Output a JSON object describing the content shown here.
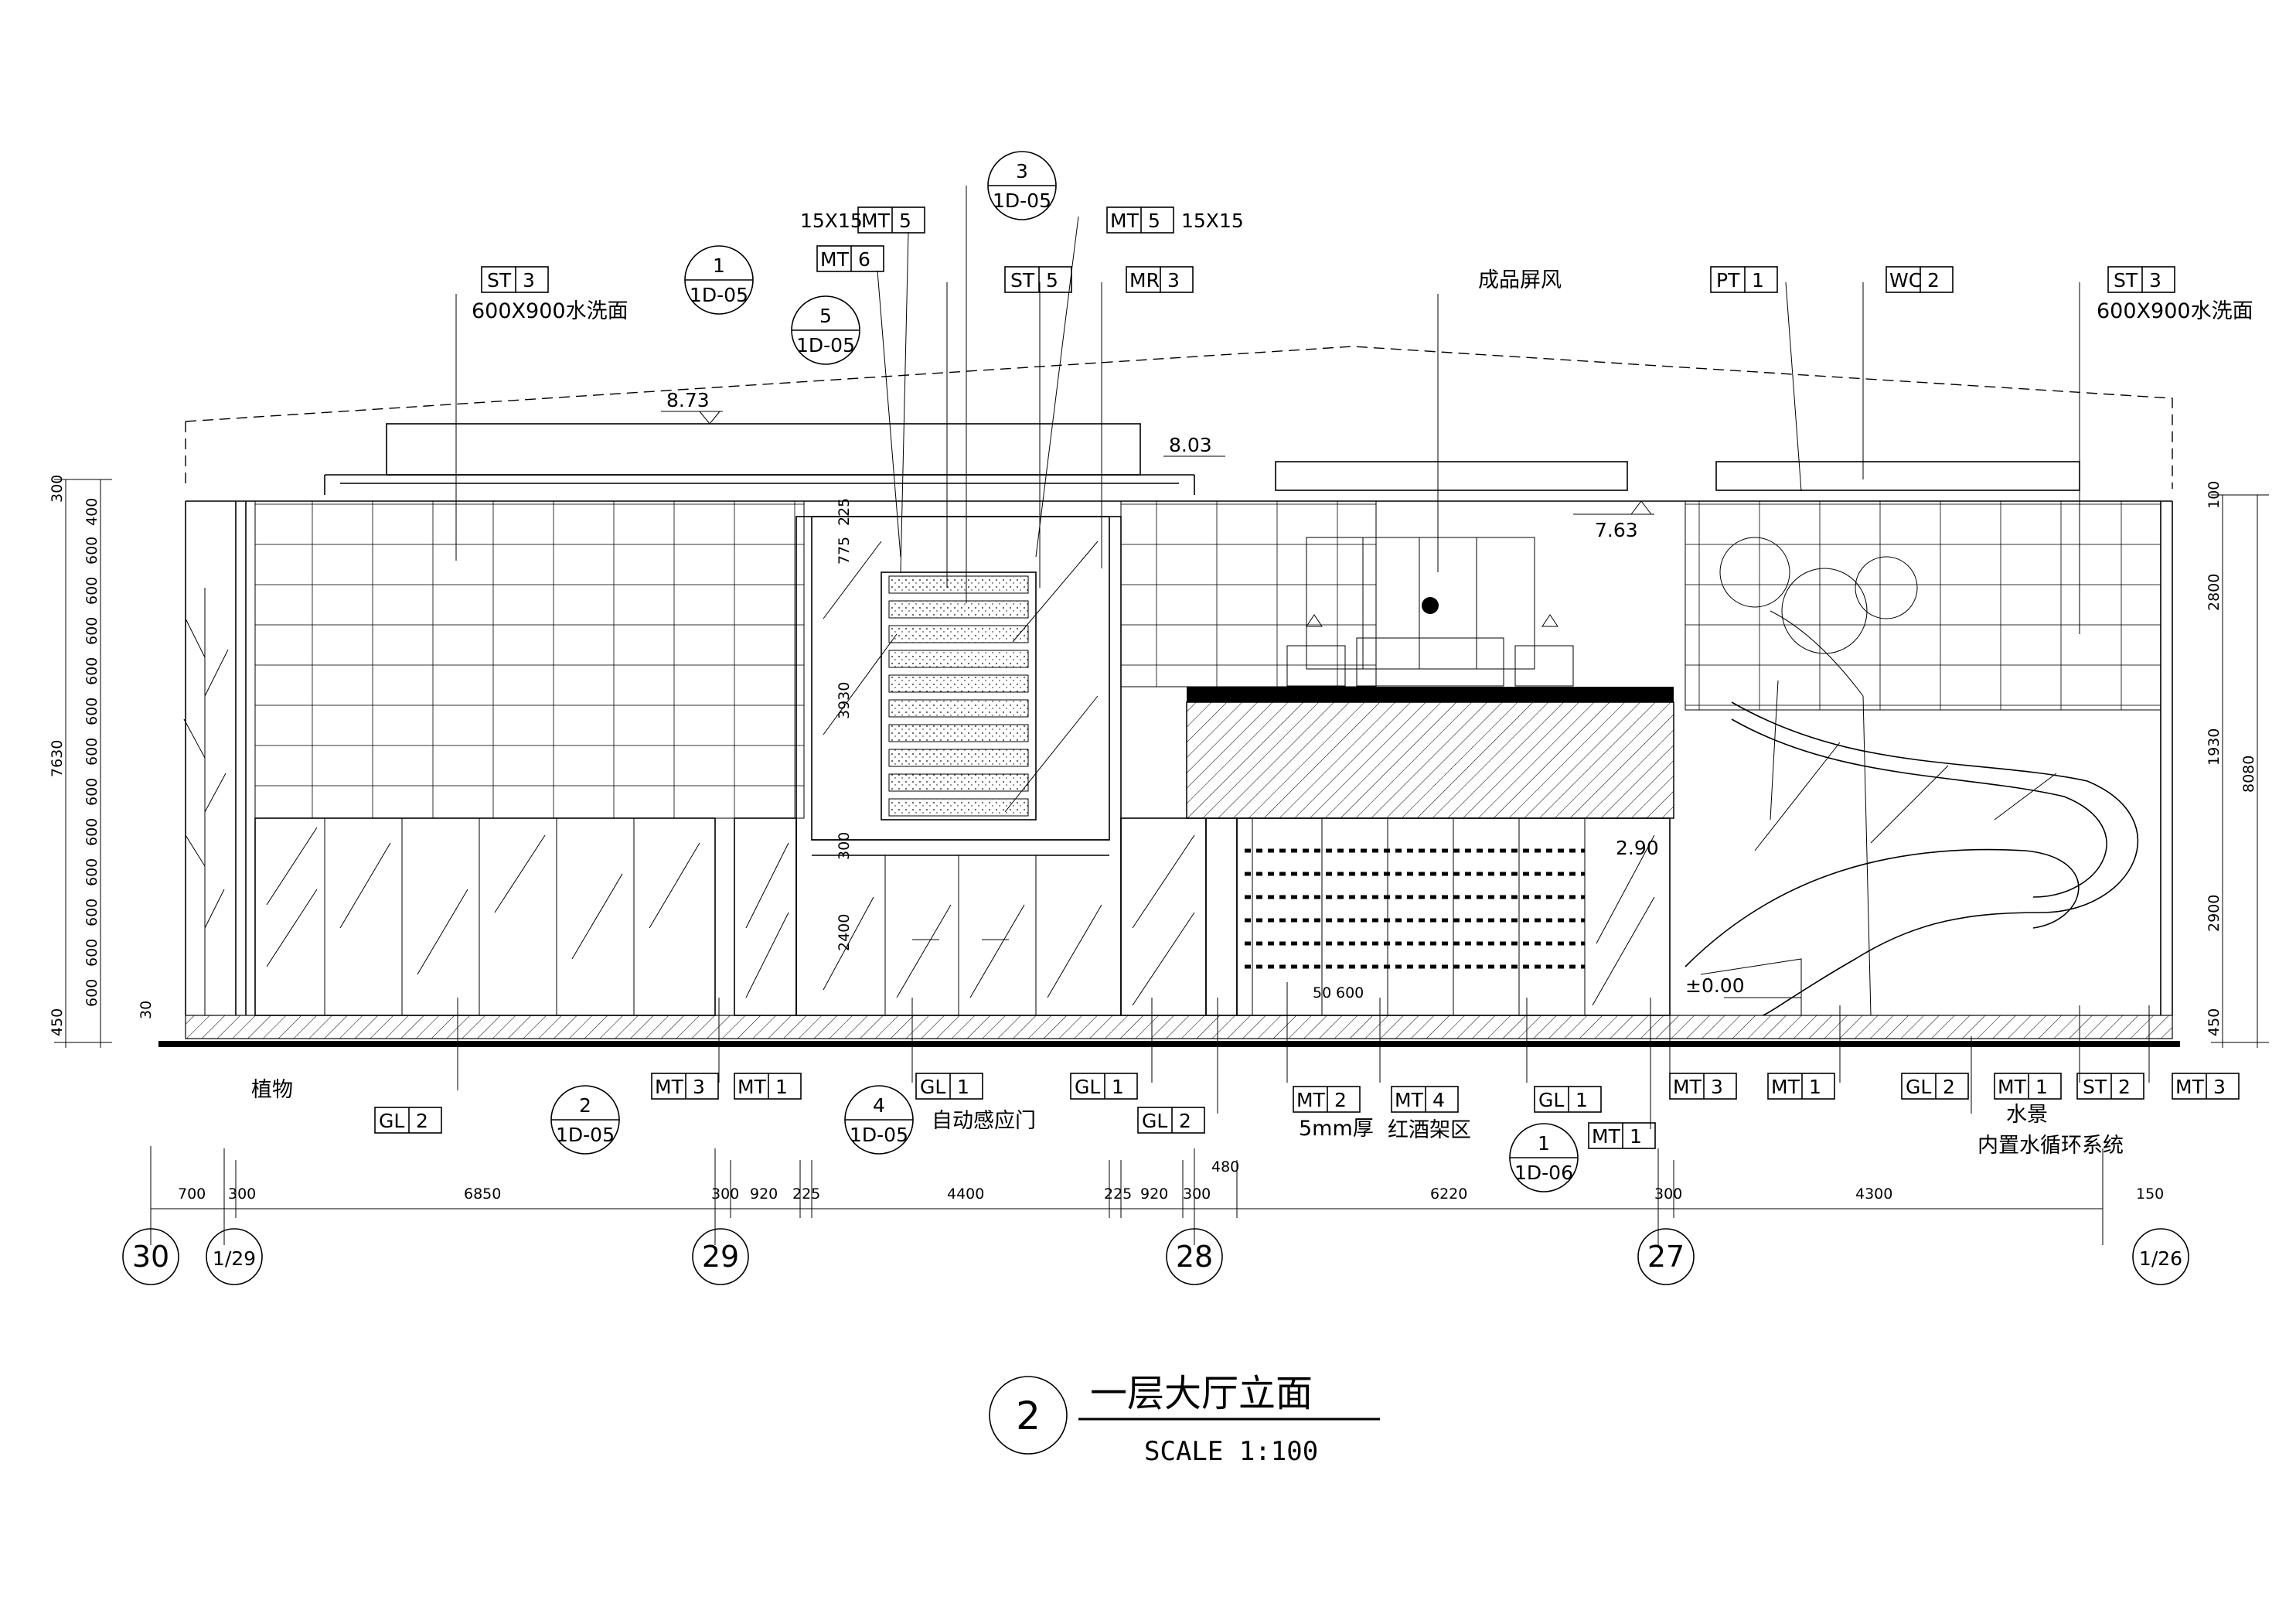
{
  "title": {
    "number": "2",
    "text": "一层大厅立面",
    "scale": "SCALE 1:100"
  },
  "tags": [
    {
      "code": "ST",
      "num": "3"
    },
    {
      "code": "MT",
      "num": "5"
    },
    {
      "code": "MT",
      "num": "6"
    },
    {
      "code": "ST",
      "num": "5"
    },
    {
      "code": "MR",
      "num": "3"
    },
    {
      "code": "MT",
      "num": "5"
    },
    {
      "code": "PT",
      "num": "1"
    },
    {
      "code": "WC",
      "num": "2"
    },
    {
      "code": "ST",
      "num": "3"
    },
    {
      "code": "GL",
      "num": "2"
    },
    {
      "code": "MT",
      "num": "3"
    },
    {
      "code": "MT",
      "num": "1"
    },
    {
      "code": "GL",
      "num": "1"
    },
    {
      "code": "GL",
      "num": "1"
    },
    {
      "code": "GL",
      "num": "2"
    },
    {
      "code": "MT",
      "num": "2"
    },
    {
      "code": "MT",
      "num": "4"
    },
    {
      "code": "GL",
      "num": "1"
    },
    {
      "code": "MT",
      "num": "1"
    },
    {
      "code": "MT",
      "num": "3"
    },
    {
      "code": "MT",
      "num": "1"
    },
    {
      "code": "GL",
      "num": "2"
    },
    {
      "code": "MT",
      "num": "1"
    },
    {
      "code": "ST",
      "num": "2"
    },
    {
      "code": "MT",
      "num": "3"
    }
  ],
  "notes": {
    "stone_left": "600X900水洗面",
    "stone_right": "600X900水洗面",
    "size_left": "15X15",
    "size_right": "15X15",
    "screen": "成品屏风",
    "plant": "植物",
    "door": "自动感应门",
    "thick": "5mm厚",
    "wine": "红酒架区",
    "water1": "水景",
    "water2": "内置水循环系统"
  },
  "callouts": [
    {
      "num": "1",
      "ref": "1D-05"
    },
    {
      "num": "3",
      "ref": "1D-05"
    },
    {
      "num": "5",
      "ref": "1D-05"
    },
    {
      "num": "2",
      "ref": "1D-05"
    },
    {
      "num": "4",
      "ref": "1D-05"
    },
    {
      "num": "1",
      "ref": "1D-06"
    }
  ],
  "levels": [
    "8.73",
    "8.03",
    "7.63",
    "2.90",
    "±0.00"
  ],
  "left_dims": [
    "300",
    "400",
    "600",
    "600",
    "600",
    "600",
    "600",
    "600",
    "600",
    "600",
    "600",
    "600",
    "600",
    "600",
    "450",
    "30",
    "7630"
  ],
  "right_dims": [
    "100",
    "2800",
    "1930",
    "2900",
    "450",
    "8080"
  ],
  "inner_dims": [
    "225",
    "775",
    "3930",
    "300",
    "2400",
    "50",
    "600"
  ],
  "bottom_dims": [
    "700",
    "300",
    "6850",
    "300",
    "920",
    "225",
    "4400",
    "225",
    "920",
    "300",
    "480",
    "6220",
    "300",
    "4300",
    "150"
  ],
  "axes": [
    "30",
    "1/29",
    "29",
    "28",
    "27",
    "1/26"
  ]
}
